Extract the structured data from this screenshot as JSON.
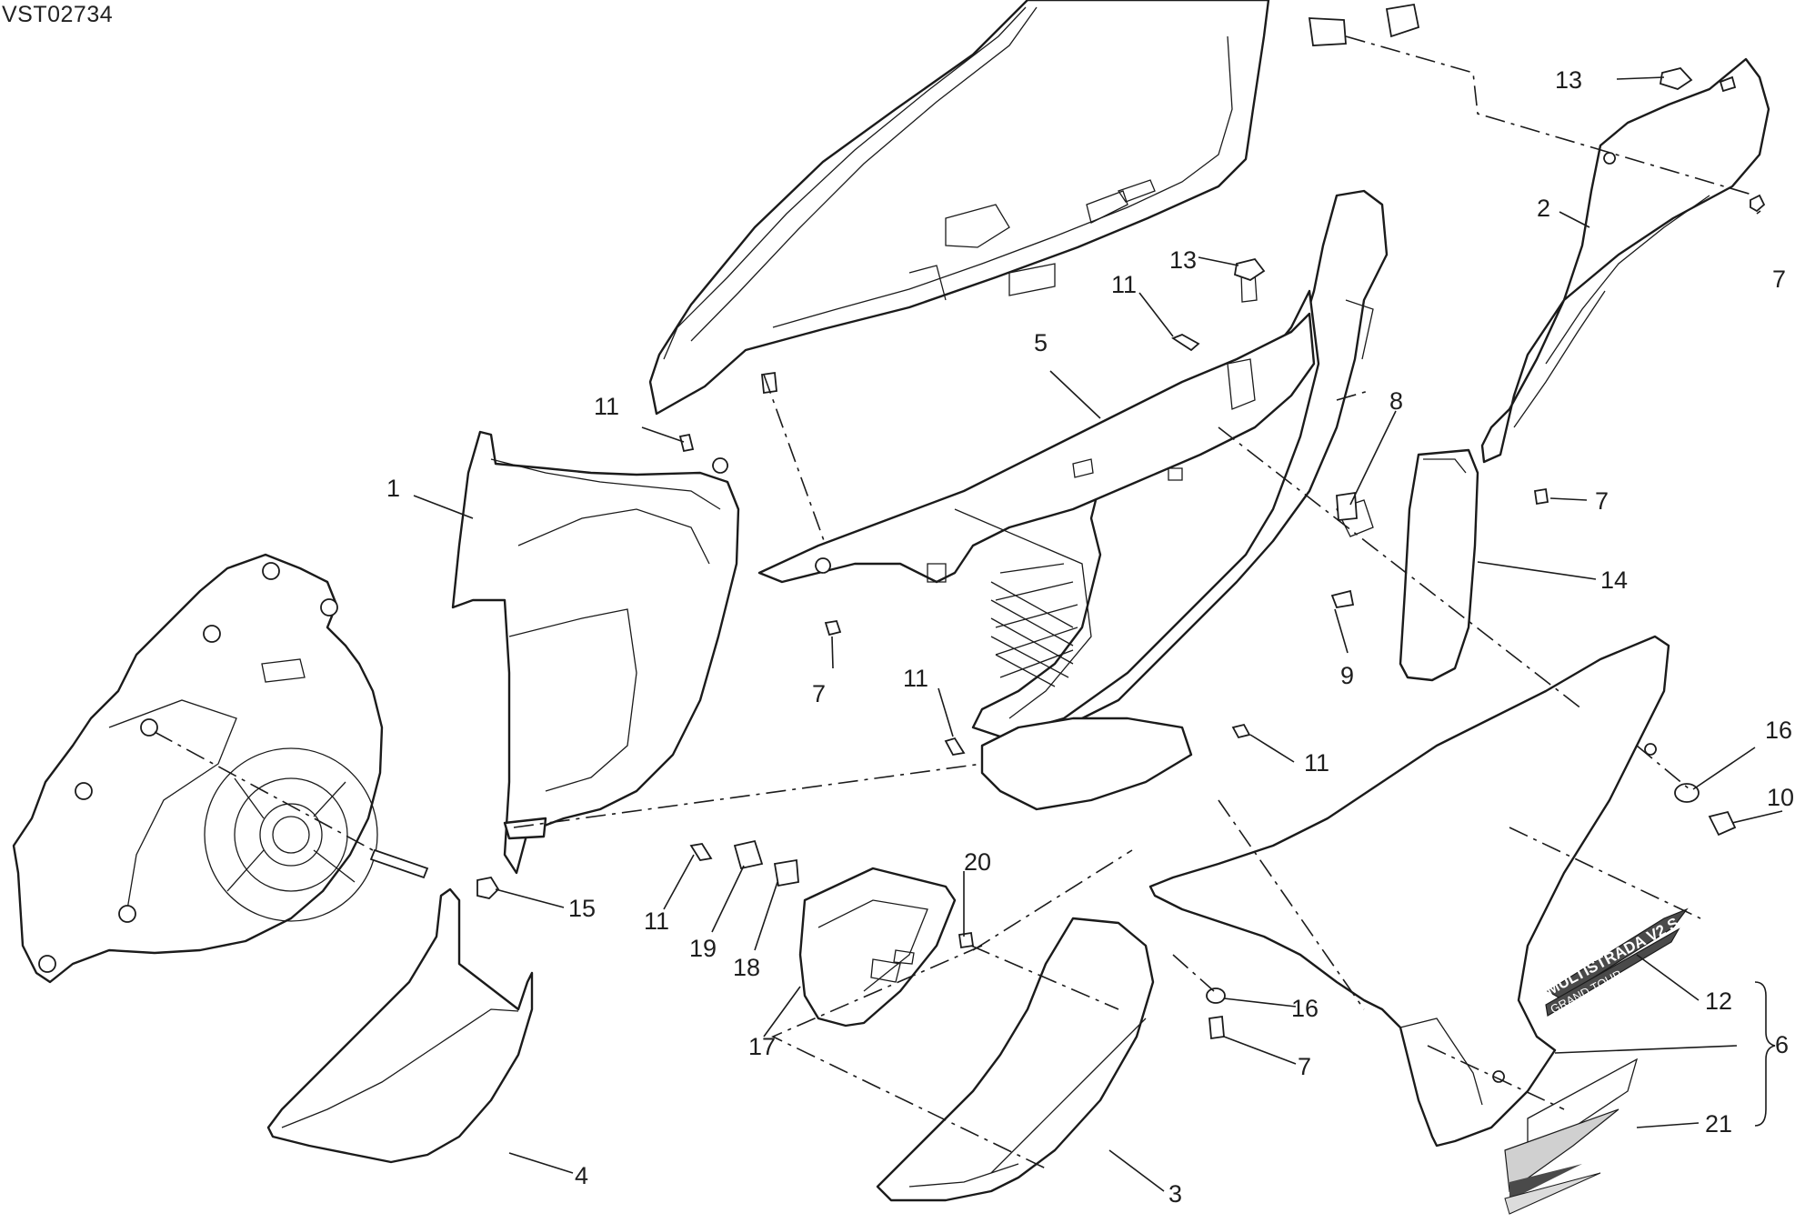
{
  "drawing_code": "VST02734",
  "labels": {
    "1": "1",
    "2": "2",
    "3": "3",
    "4": "4",
    "5": "5",
    "6": "6",
    "7": "7",
    "8": "8",
    "9": "9",
    "10": "10",
    "11": "11",
    "12": "12",
    "13": "13",
    "14": "14",
    "15": "15",
    "16": "16",
    "17": "17",
    "18": "18",
    "19": "19",
    "20": "20",
    "21": "21"
  },
  "decal_text": {
    "model": "MULTISTRADA V2 S",
    "edition": "GRAND TOUR"
  },
  "colors": {
    "line": "#1b1b1b",
    "decal_fill": "#4a4a4a",
    "background": "#ffffff"
  }
}
